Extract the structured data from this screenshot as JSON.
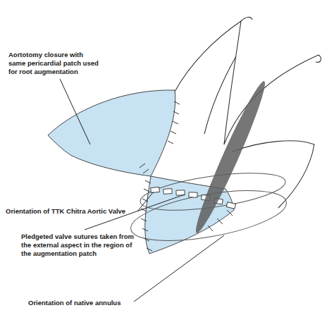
{
  "diagram": {
    "labels": [
      "Aortotomy closure with same pericardial patch used for root augmentation",
      "Orientation of TTK Chitra Aortic Valve",
      "Pledgeted valve sutures taken from the external aspect in the region of the augmentation patch",
      "Orientation of native annulus"
    ]
  }
}
